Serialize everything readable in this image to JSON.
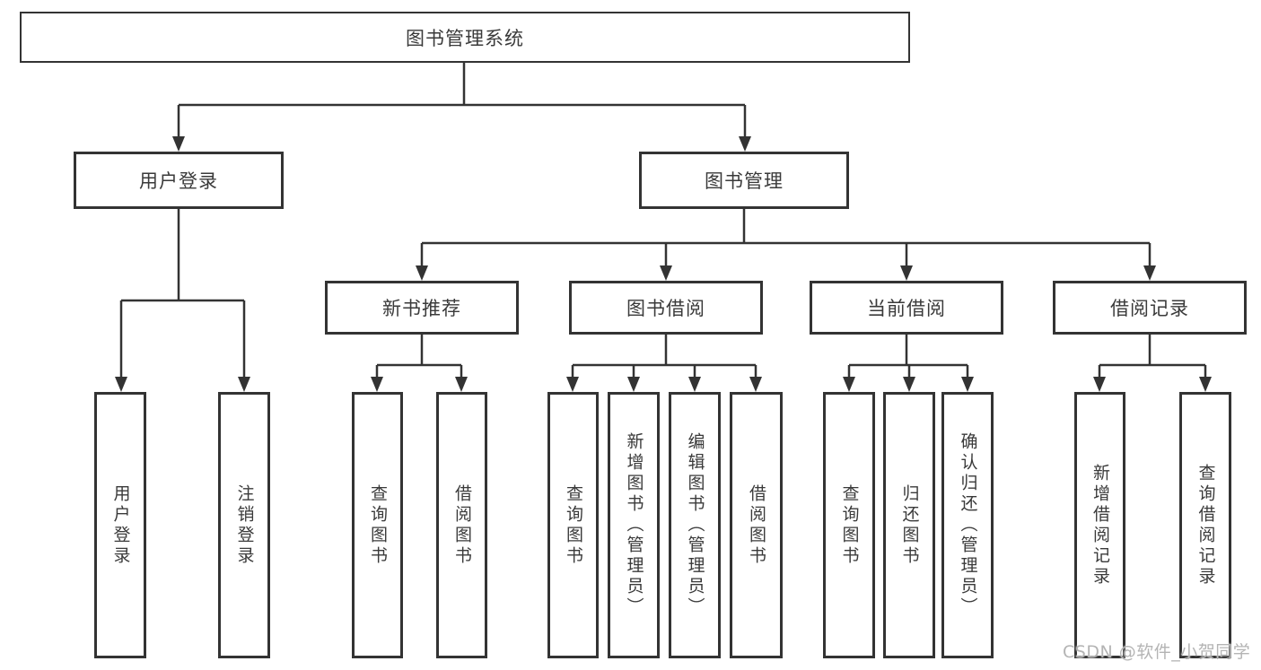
{
  "colors": {
    "line": "#333333",
    "border": "#333333",
    "text": "#3a3a3a",
    "background": "#ffffff",
    "watermark": "#b4b4b4"
  },
  "tree": {
    "root": {
      "label": "图书管理系统",
      "children": [
        {
          "label": "用户登录",
          "children": [
            {
              "label": "用户登录"
            },
            {
              "label": "注销登录"
            }
          ]
        },
        {
          "label": "图书管理",
          "children": [
            {
              "label": "新书推荐",
              "children": [
                {
                  "label": "查询图书"
                },
                {
                  "label": "借阅图书"
                }
              ]
            },
            {
              "label": "图书借阅",
              "children": [
                {
                  "label": "查询图书"
                },
                {
                  "label": "新增图书（管理员）"
                },
                {
                  "label": "编辑图书（管理员）"
                },
                {
                  "label": "借阅图书"
                }
              ]
            },
            {
              "label": "当前借阅",
              "children": [
                {
                  "label": "查询图书"
                },
                {
                  "label": "归还图书"
                },
                {
                  "label": "确认归还（管理员）"
                }
              ]
            },
            {
              "label": "借阅记录",
              "children": [
                {
                  "label": "新增借阅记录"
                },
                {
                  "label": "查询借阅记录"
                }
              ]
            }
          ]
        }
      ]
    }
  },
  "watermark": {
    "text": "CSDN @软件_小贺同学"
  }
}
